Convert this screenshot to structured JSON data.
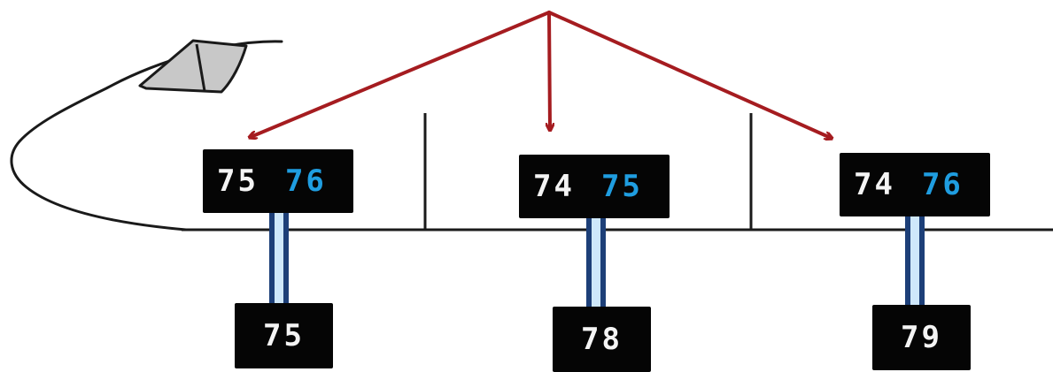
{
  "colors": {
    "arrow": "#a51c20",
    "panel": "#050505",
    "actual_text": "#f4f4f4",
    "target_text": "#1f9de0",
    "connector_outer": "#1d3f78",
    "connector_inner": "#cfe8fb",
    "fuselage": "#1a1a1a",
    "canopy": "#c8c8c8"
  },
  "zones": [
    {
      "actual": "75",
      "target": "76",
      "supply": "75"
    },
    {
      "actual": "74",
      "target": "75",
      "supply": "78"
    },
    {
      "actual": "74",
      "target": "76",
      "supply": "79"
    }
  ]
}
